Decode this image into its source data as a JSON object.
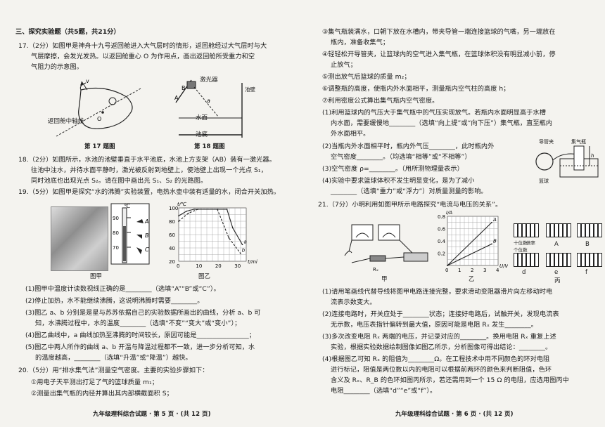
{
  "left": {
    "section_title": "三、探究实验题（共5题，共21分）",
    "q17": [
      "17.（2分）如图甲是神舟十九号返回舱进入大气层时的情形，返回舱经过大气层时与大",
      "气层摩擦，会发光发热。以返回舱重心 O 为作用点，画出返回舱所受重力和空",
      "气阻力的示意图。"
    ],
    "fig17": {
      "axis_label": "返回舱中轴线",
      "v_label": "v",
      "o_label": "O",
      "caption": "第 17 题图"
    },
    "fig18": {
      "laser": "激光器",
      "wall": "池壁",
      "water": "水面",
      "bottom": "池底",
      "a": "A",
      "b": "B",
      "alpha": "a",
      "caption": "第 18 题图"
    },
    "q18": [
      "18.（2分）如图所示，水池的池壁垂直于水平池底，水池上方支架（AB）装有一激光器。",
      "往池中注水，并待水面平静时，激光被反射到地壁上，使池壁上出现一个光点 S₁，",
      "同时池底也出现光点 S₂。请在图中画出光 S₁、S₂ 的光路图。"
    ],
    "q19_intro": "19.（5分）如图甲是探究“水的沸腾”实验装置，电热水壶中装有适量的水，闭合开关加热。",
    "fig19": {
      "thermo_unit": "℃",
      "thermo_ticks": [
        "90",
        "80",
        "70"
      ],
      "labels": [
        "A",
        "B",
        "C"
      ],
      "chart_title": "t/℃",
      "x_unit": "t/min",
      "caption_a": "图甲",
      "caption_b": "图乙",
      "curve_a": "a",
      "curve_b": "b"
    },
    "chart_data": {
      "type": "line",
      "xlabel": "t/min",
      "ylabel": "t/℃",
      "xlim": [
        0,
        35
      ],
      "ylim": [
        20,
        100
      ],
      "x_ticks": [
        "0",
        "10",
        "20",
        "30"
      ],
      "y_ticks": [
        "20",
        "40",
        "60",
        "80",
        "100"
      ],
      "series": [
        {
          "name": "a",
          "x": [
            0,
            4,
            8,
            25,
            28,
            33
          ],
          "y": [
            88,
            95,
            98,
            98,
            70,
            45
          ]
        },
        {
          "name": "b",
          "x": [
            0,
            5,
            10,
            20,
            26,
            32
          ],
          "y": [
            80,
            92,
            98,
            98,
            55,
            32
          ]
        }
      ]
    },
    "q19": [
      "(1)图甲中温度计读数视线正确的是________（选填“A”“B”或“C”）。",
      "(2)停止加热，水不能继续沸腾，这说明沸腾时需要________。",
      "(3)图乙 a、b 分别是是星与苏苏依据自己的实验数据所画出的曲线，分析 a、b 可",
      "知，水沸腾过程中，水的温度________（选填“不变”“变大”或“变小”）；",
      "(4)图乙曲线中，a 曲线加热至沸腾的时间较长，原因可能是________________；",
      "(5)图乙中两人所作的曲线 a、b 开温与降温过程都不一致，进一步分析可知，水",
      "的温度越高，________（选填“升温”或“降温”）越快。"
    ],
    "q20": [
      "20.（5分）用“排水集气法”测量空气密度。主要的实验步骤如下：",
      "①用电子天平测出打足了气的篮球质量 m₁；",
      "②测量出集气瓶的内径并算出其内部横截面积 S；"
    ],
    "footer": "九年级理科综合试题 · 第 5 页 · (共 12 页)"
  },
  "right": {
    "q20_cont": [
      "③集气瓶装满水，口朝下放在水槽内，带夹导管一端连接篮球的气嘴，另一端放在",
      "瓶内，准备收集气；",
      "④轻轻松开导管夹，让篮球内的空气进入集气瓶，在篮球体积没有明显减小前，停",
      "止放气；",
      "⑤测出放气后篮球的质量 m₂；",
      "⑥调整瓶的高度，使瓶内外水面相平，测量瓶内空气柱的高度 h；",
      "⑦利用密度公式算出集气瓶内空气密度。",
      "(1)利用篮球内的气压大于集气瓶中的气压实现放气。若瓶内水面明显高于水槽",
      "内水面，需要缓慢地________（选填“向上提”或“向下压”）集气瓶，直至瓶内",
      "外水面相平。",
      "(2)当瓶内外水面相平时，瓶内外气压________，此时瓶内外",
      "空气密度________。（均选填“相等”或“不相等”）",
      "(3)空气密度 ρ=________。（用所测物理量表示）",
      "(4)实验中要求篮球体积不发生明显变化，是为了减小",
      "________（选填“重力”或“浮力”）对质量测量的影响。"
    ],
    "fig20": {
      "tube_label": "导管夹",
      "bottle_label": "集气瓶",
      "ball_label": "篮球",
      "h_label": "h"
    },
    "q21_intro": "21.（7分）小明利用如图甲所示电路探究“电流与电压的关系”。",
    "fig21": {
      "caption_a": "甲",
      "caption_b": "乙",
      "caption_c": "丙",
      "i_axis": "I/A",
      "u_axis": "U/V",
      "line_a": "A",
      "line_b": "B",
      "rx": "Rₓ",
      "res_labels": [
        "十位数",
        "个位数",
        "倍率",
        "A",
        "B",
        "d",
        "e",
        "f"
      ]
    },
    "chart_data": {
      "type": "line",
      "xlabel": "U/V",
      "ylabel": "I/A",
      "xlim": [
        0,
        4
      ],
      "ylim": [
        0,
        0.8
      ],
      "x_ticks": [
        "0",
        "1",
        "2",
        "3",
        "4"
      ],
      "y_ticks": [
        "0.2",
        "0.4",
        "0.6",
        "0.8"
      ],
      "series": [
        {
          "name": "A",
          "x": [
            0,
            3.5
          ],
          "y": [
            0,
            0.7
          ]
        },
        {
          "name": "B",
          "x": [
            0,
            3.5
          ],
          "y": [
            0,
            0.35
          ]
        }
      ]
    },
    "q21": [
      "(1)请用笔画线代替导线将图甲电路连接完整，要求滑动变阻器滑片向左移动时电",
      "流表示数变大。",
      "(2)连接电路时，开关应处于________状态；连接好电路后，试触开关，发现电流表",
      "无示数，电压表指针偏转到最大值，原因可能是电阻 Rₓ 发生________。",
      "(3)多次改变电阻 Rₓ 两端的电压，并记录对应的________。换用电阻 Rₓ 重复上述",
      "实验，根据实验数据绘制图像如图乙所示，分析图像可得出结论：________。",
      "(4)根据图乙可知 Rₓ 的阻值为________Ω。在工程技术中用不同颜色的环对电阻",
      "进行标记，阻值是两位数以内的电阻可以根据前两环的颜色来判断阻值，色环",
      "含义及 Rₓ、R_B 的色环如图丙所示，若还需用到一个 15 Ω 的电阻，应选用图丙中",
      "电阻________（选填“d”“e”或“f”）。"
    ],
    "footer": "九年级理科综合试题 · 第 6 页 · (共 12 页)"
  }
}
